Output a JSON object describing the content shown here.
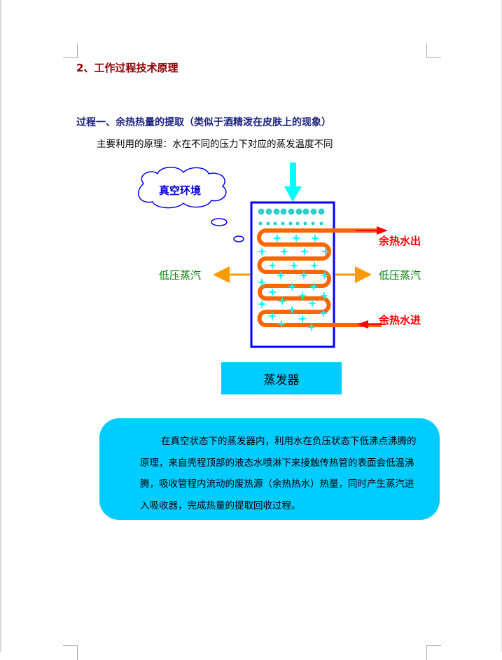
{
  "heading": "2、工作过程技术原理",
  "subheading": "过程一、余热热量的提取（类似于酒精泼在皮肤上的现象）",
  "principle": "主要利用的原理：水在不同的压力下对应的蒸发温度不同",
  "diagram": {
    "cloud_label": "真空环境",
    "steam_left": "低压蒸汽",
    "steam_right": "低压蒸汽",
    "hot_water_out": "余热水出",
    "hot_water_in": "余热水进",
    "device_label": "蒸发器",
    "colors": {
      "box": "#0000ff",
      "pipe": "#ff6600",
      "spray": "#33cccc",
      "arrow_in": "#00ffff",
      "steam": "#ff9900",
      "water": "#ff0000",
      "label_bg": "#00ccff"
    }
  },
  "description": "在真空状态下的蒸发器内，利用水在负压状态下低沸点沸腾的原理，来自壳程顶部的液态水喷淋下来接触传热管的表面会低温沸腾，吸收管程内流动的废热源（余热热水）热量，同时产生蒸汽进入吸收器，完成热量的提取回收过程。"
}
